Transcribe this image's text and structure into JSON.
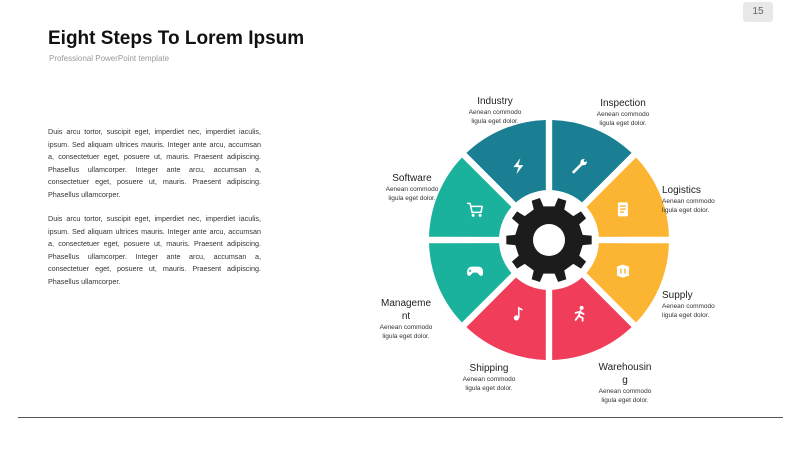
{
  "slide_number": "15",
  "title": "Eight Steps To Lorem Ipsum",
  "subtitle": "Professional PowerPoint template",
  "paragraphs": [
    "Duis arcu tortor, suscipit eget, imperdiet nec, imperdiet iaculis, ipsum. Sed aliquam ultrices mauris. Integer ante arcu, accumsan a, consectetuer eget, posuere ut, mauris. Praesent adipiscing. Phasellus ullamcorper. Integer ante arcu, accumsan a, consectetuer eget, posuere ut, mauris. Praesent adipiscing. Phasellus ullamcorper.",
    "Duis arcu tortor, suscipit eget, imperdiet nec, imperdiet iaculis, ipsum. Sed aliquam ultrices mauris. Integer ante arcu, accumsan a, consectetuer eget, posuere ut, mauris. Praesent adipiscing. Phasellus ullamcorper. Integer ante arcu, accumsan a, consectetuer eget, posuere ut, mauris. Praesent adipiscing. Phasellus ullamcorper."
  ],
  "steps": [
    {
      "title": "Industry",
      "desc_line1": "Aenean commodo",
      "desc_line2": "ligula eget dolor.",
      "icon": "wrench-icon",
      "color": "#1a7f92"
    },
    {
      "title": "Inspection",
      "desc_line1": "Aenean commodo",
      "desc_line2": "ligula eget dolor.",
      "icon": "clipboard-icon",
      "color": "#fbb533"
    },
    {
      "title": "Logistics",
      "desc_line1": "Aenean commodo",
      "desc_line2": "ligula eget dolor.",
      "icon": "box-icon",
      "color": "#fbb533"
    },
    {
      "title": "Supply",
      "desc_line1": "Aenean commodo",
      "desc_line2": "ligula eget dolor.",
      "icon": "running-person-icon",
      "color": "#ef3d5a"
    },
    {
      "title": "Warehousin\ng",
      "desc_line1": "Aenean commodo",
      "desc_line2": "ligula eget dolor.",
      "icon": "music-note-icon",
      "color": "#ef3d5a"
    },
    {
      "title": "Shipping",
      "desc_line1": "Aenean commodo",
      "desc_line2": "ligula eget dolor.",
      "icon": "gamepad-icon",
      "color": "#1ab29c"
    },
    {
      "title": "Manageme\nnt",
      "desc_line1": "Aenean commodo",
      "desc_line2": "ligula eget dolor.",
      "icon": "cart-icon",
      "color": "#1ab29c"
    },
    {
      "title": "Software",
      "desc_line1": "Aenean commodo",
      "desc_line2": "ligula eget dolor.",
      "icon": "lightning-icon",
      "color": "#1a7f92"
    }
  ],
  "center_icon": "gear-icon"
}
